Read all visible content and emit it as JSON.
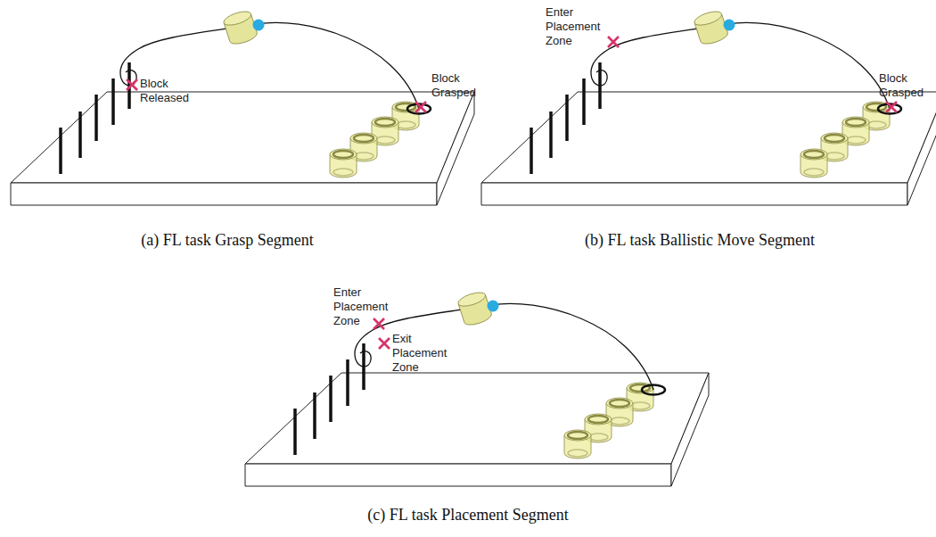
{
  "diagram": {
    "labels": [
      "Block Released",
      "Block Grasped",
      "(a) FL task Grasp Segment",
      "Enter Placement Zone",
      "Block Grasped",
      "(b) FL task Ballistic Move Segment",
      "Enter Placement Zone",
      "Exit Placement Zone",
      "(c) FL task Placement Segment"
    ]
  }
}
